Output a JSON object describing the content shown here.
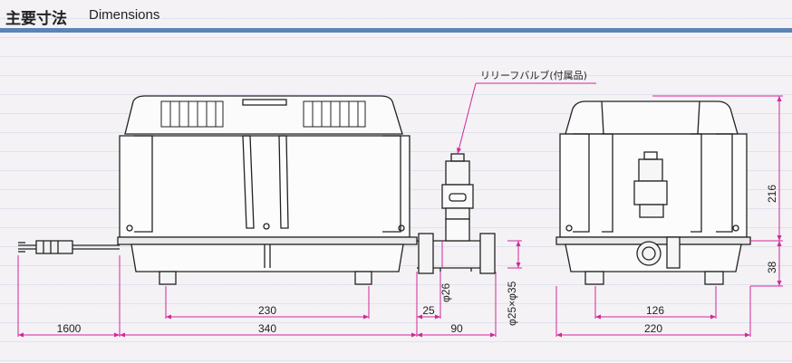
{
  "header": {
    "title_jp": "主要寸法",
    "title_en": "Dimensions"
  },
  "callout": {
    "relief_valve": "リリーフバルブ(付属品)"
  },
  "dimensions": {
    "d230": "230",
    "d340": "340",
    "d1600": "1600",
    "d25": "25",
    "d90": "90",
    "d_phi26": "φ26",
    "d_phi25x35": "φ25×φ35",
    "d126": "126",
    "d220": "220",
    "d216": "216",
    "d38": "38"
  },
  "colors": {
    "accent_rule": "#5b84b8",
    "dimension_lines": "#d2279a",
    "drawing_lines": "#222222"
  }
}
